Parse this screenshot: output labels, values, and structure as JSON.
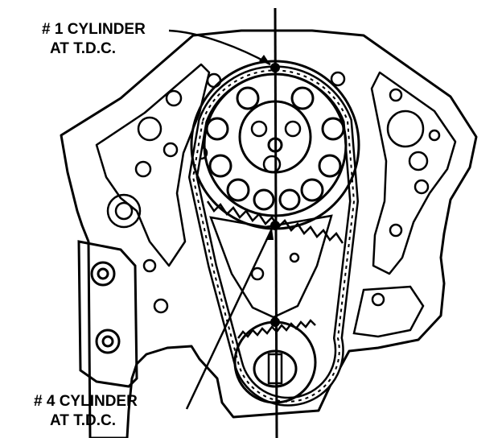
{
  "labels": {
    "cylinder1_line1": "# 1 CYLINDER",
    "cylinder1_line2": "AT T.D.C.",
    "cylinder4_line1": "# 4 CYLINDER",
    "cylinder4_line2": "AT T.D.C."
  },
  "colors": {
    "ink": "#000000",
    "paper": "#ffffff"
  }
}
